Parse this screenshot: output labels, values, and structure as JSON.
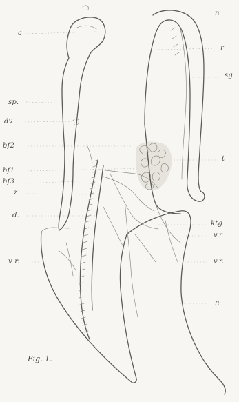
{
  "figure": {
    "caption": "Fig. 1.",
    "labels_left": {
      "a": "a",
      "sp": "sp.",
      "dv": "dv",
      "bf2": "bf2",
      "bf1": "bf1",
      "bf3": "bf3",
      "z": "z",
      "d": "d.",
      "vr": "v r."
    },
    "labels_right": {
      "n_top": "n",
      "r": "r",
      "sg": "sg",
      "t": "t",
      "ktg": "ktg",
      "vr1": "v.r",
      "vr2": "v.r.",
      "n_bottom": "n"
    }
  }
}
